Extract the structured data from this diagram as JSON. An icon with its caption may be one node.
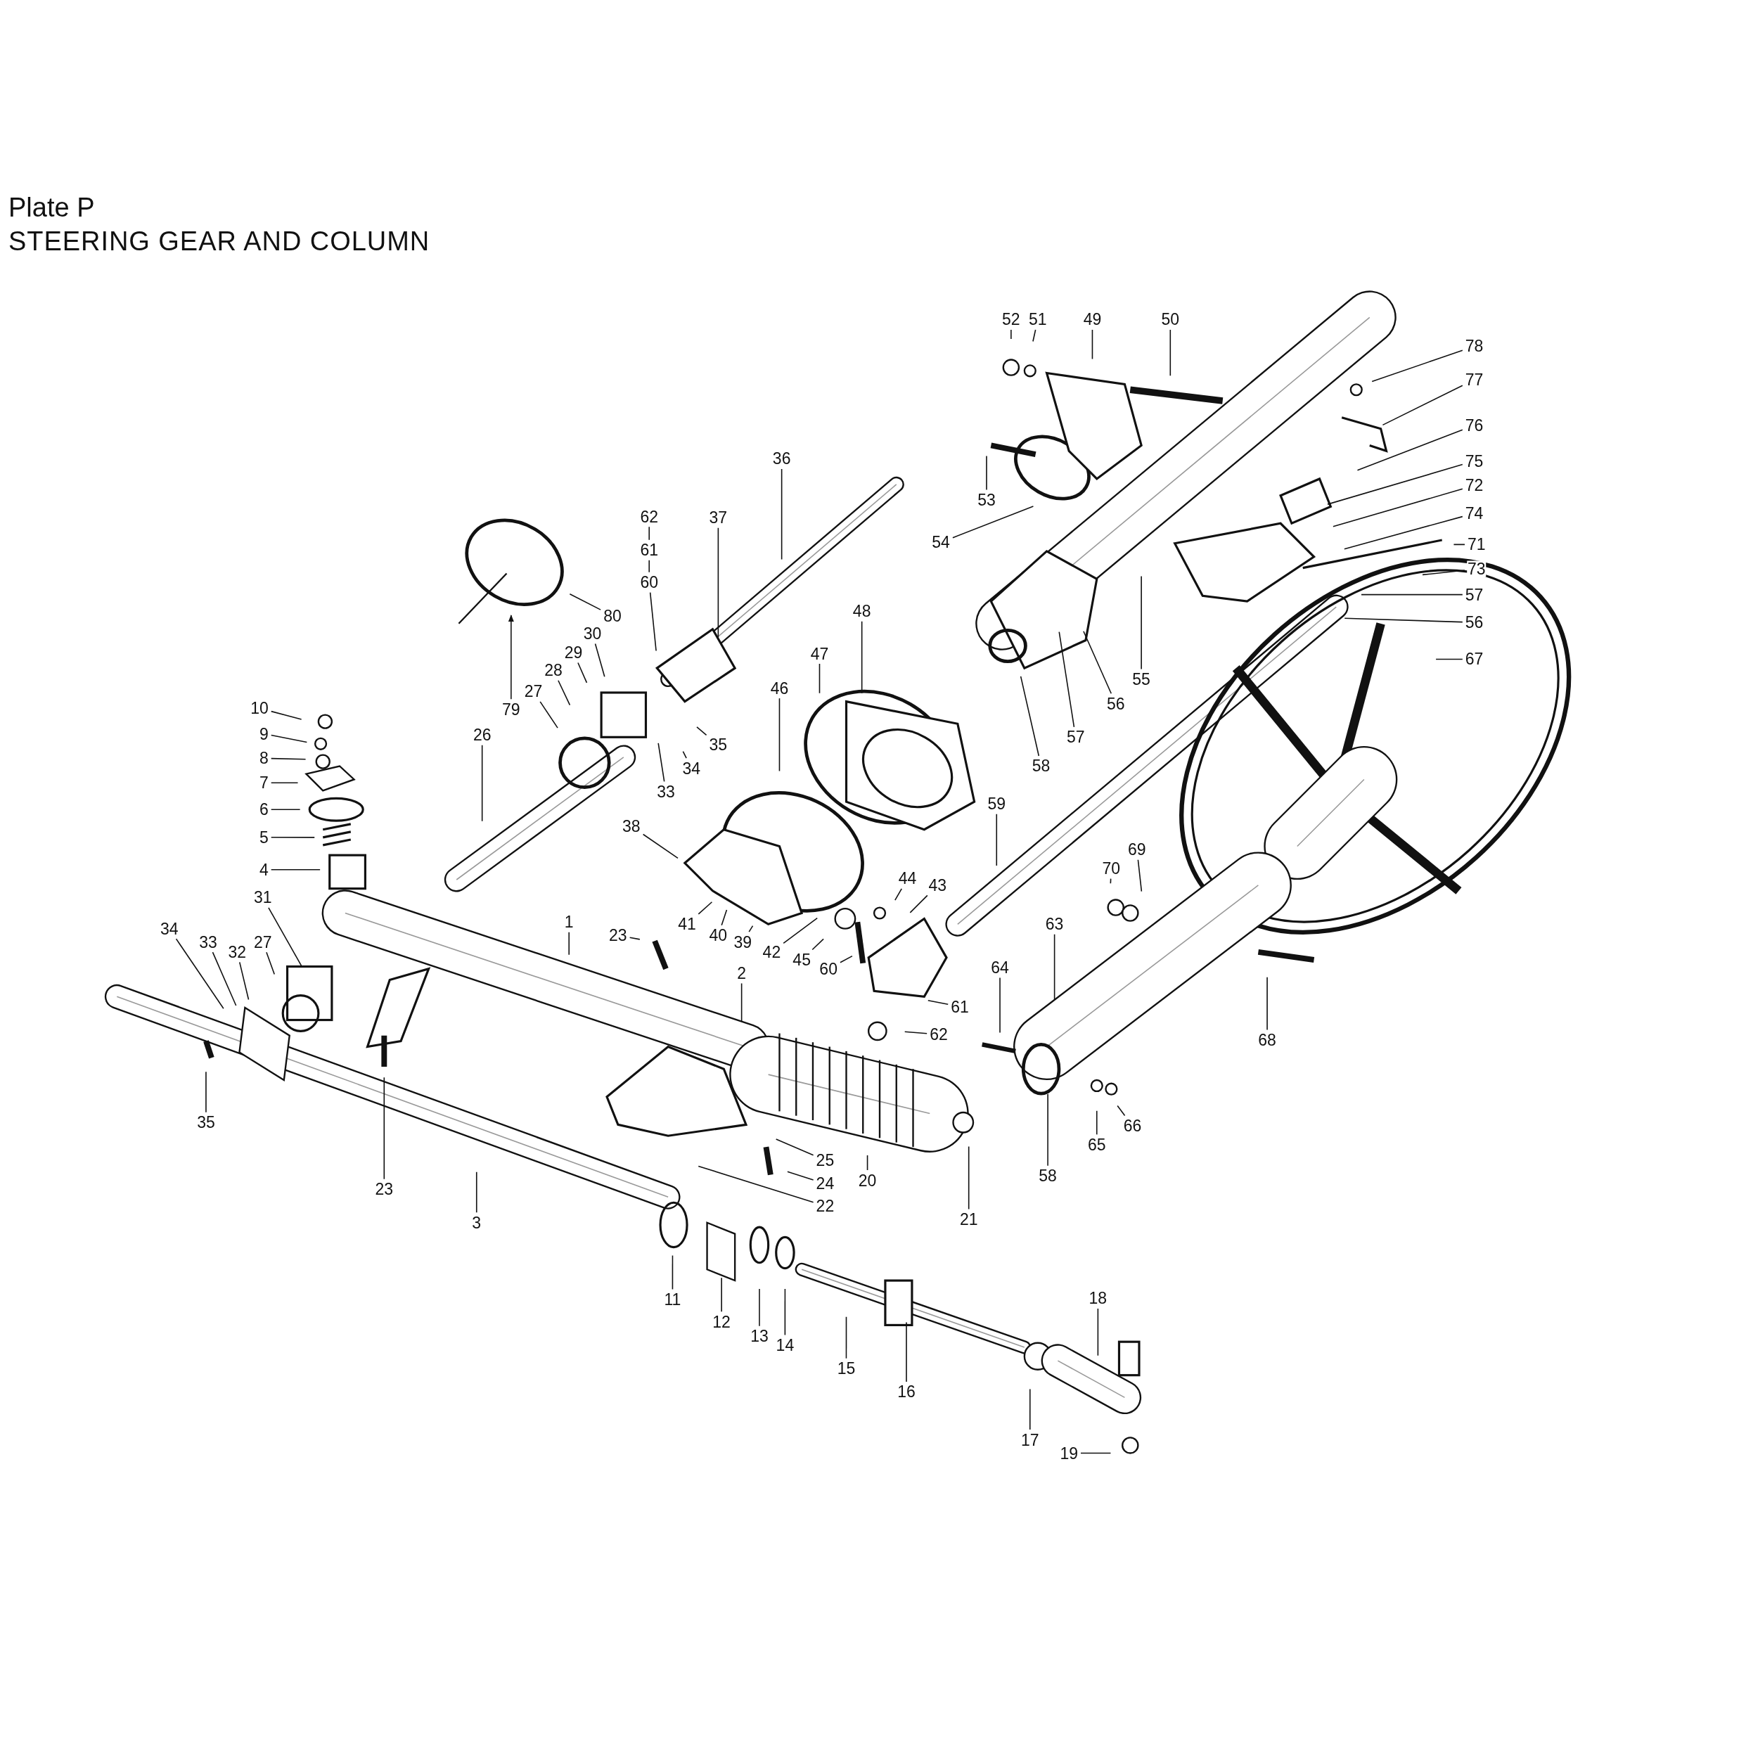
{
  "diagram": {
    "title": "STEERING GEAR AND COLUMN",
    "labels": [
      "Plate P"
    ],
    "nodes": [
      {
        "text": [
          "52"
        ]
      },
      {
        "text": [
          "51"
        ]
      },
      {
        "text": [
          "49"
        ]
      },
      {
        "text": [
          "50"
        ]
      },
      {
        "text": [
          "78"
        ]
      },
      {
        "text": [
          "77"
        ]
      },
      {
        "text": [
          "76"
        ]
      },
      {
        "text": [
          "75"
        ]
      },
      {
        "text": [
          "72"
        ]
      },
      {
        "text": [
          "74"
        ]
      },
      {
        "text": [
          "71"
        ]
      },
      {
        "text": [
          "73"
        ]
      },
      {
        "text": [
          "57"
        ]
      },
      {
        "text": [
          "56"
        ]
      },
      {
        "text": [
          "67"
        ]
      },
      {
        "text": [
          "36"
        ]
      },
      {
        "text": [
          "62"
        ]
      },
      {
        "text": [
          "61"
        ]
      },
      {
        "text": [
          "60"
        ]
      },
      {
        "text": [
          "37"
        ]
      },
      {
        "text": [
          "53"
        ]
      },
      {
        "text": [
          "54"
        ]
      },
      {
        "text": [
          "80"
        ]
      },
      {
        "text": [
          "79"
        ]
      },
      {
        "text": [
          "30"
        ]
      },
      {
        "text": [
          "29"
        ]
      },
      {
        "text": [
          "28"
        ]
      },
      {
        "text": [
          "27"
        ]
      },
      {
        "text": [
          "26"
        ]
      },
      {
        "text": [
          "10"
        ]
      },
      {
        "text": [
          "9"
        ]
      },
      {
        "text": [
          "8"
        ]
      },
      {
        "text": [
          "7"
        ]
      },
      {
        "text": [
          "6"
        ]
      },
      {
        "text": [
          "5"
        ]
      },
      {
        "text": [
          "4"
        ]
      },
      {
        "text": [
          "48"
        ]
      },
      {
        "text": [
          "47"
        ]
      },
      {
        "text": [
          "46"
        ]
      },
      {
        "text": [
          "35"
        ]
      },
      {
        "text": [
          "34"
        ]
      },
      {
        "text": [
          "33"
        ]
      },
      {
        "text": [
          "38"
        ]
      },
      {
        "text": [
          "41"
        ]
      },
      {
        "text": [
          "40"
        ]
      },
      {
        "text": [
          "39"
        ]
      },
      {
        "text": [
          "42"
        ]
      },
      {
        "text": [
          "45"
        ]
      },
      {
        "text": [
          "44"
        ]
      },
      {
        "text": [
          "43"
        ]
      },
      {
        "text": [
          "60"
        ]
      },
      {
        "text": [
          "61"
        ]
      },
      {
        "text": [
          "62"
        ]
      },
      {
        "text": [
          "59"
        ]
      },
      {
        "text": [
          "58"
        ]
      },
      {
        "text": [
          "57"
        ]
      },
      {
        "text": [
          "56"
        ]
      },
      {
        "text": [
          "55"
        ]
      },
      {
        "text": [
          "23"
        ]
      },
      {
        "text": [
          "1"
        ]
      },
      {
        "text": [
          "31"
        ]
      },
      {
        "text": [
          "34"
        ]
      },
      {
        "text": [
          "33"
        ]
      },
      {
        "text": [
          "32"
        ]
      },
      {
        "text": [
          "27"
        ]
      },
      {
        "text": [
          "35"
        ]
      },
      {
        "text": [
          "23"
        ]
      },
      {
        "text": [
          "3"
        ]
      },
      {
        "text": [
          "2"
        ]
      },
      {
        "text": [
          "20"
        ]
      },
      {
        "text": [
          "25"
        ]
      },
      {
        "text": [
          "24"
        ]
      },
      {
        "text": [
          "22"
        ]
      },
      {
        "text": [
          "21"
        ]
      },
      {
        "text": [
          "64"
        ]
      },
      {
        "text": [
          "63"
        ]
      },
      {
        "text": [
          "58"
        ]
      },
      {
        "text": [
          "65"
        ]
      },
      {
        "text": [
          "66"
        ]
      },
      {
        "text": [
          "70"
        ]
      },
      {
        "text": [
          "69"
        ]
      },
      {
        "text": [
          "68"
        ]
      },
      {
        "text": [
          "11"
        ]
      },
      {
        "text": [
          "12"
        ]
      },
      {
        "text": [
          "13"
        ]
      },
      {
        "text": [
          "14"
        ]
      },
      {
        "text": [
          "15"
        ]
      },
      {
        "text": [
          "16"
        ]
      },
      {
        "text": [
          "17"
        ]
      },
      {
        "text": [
          "18"
        ]
      },
      {
        "text": [
          "19"
        ]
      }
    ],
    "edges": [
      {
        "from": 0,
        "to": null,
        "arrow": "none"
      },
      {
        "from": 1,
        "to": null,
        "arrow": "none"
      },
      {
        "from": 2,
        "to": null,
        "arrow": "none"
      },
      {
        "from": 3,
        "to": null,
        "arrow": "none"
      },
      {
        "from": 4,
        "to": null,
        "arrow": "none"
      },
      {
        "from": 5,
        "to": null,
        "arrow": "none"
      },
      {
        "from": 6,
        "to": null,
        "arrow": "none"
      },
      {
        "from": 7,
        "to": null,
        "arrow": "none"
      },
      {
        "from": 8,
        "to": null,
        "arrow": "none"
      },
      {
        "from": 9,
        "to": null,
        "arrow": "none"
      },
      {
        "from": 10,
        "to": null,
        "arrow": "none"
      },
      {
        "from": 11,
        "to": null,
        "arrow": "none"
      },
      {
        "from": 12,
        "to": null,
        "arrow": "none"
      },
      {
        "from": 13,
        "to": null,
        "arrow": "none"
      },
      {
        "from": 14,
        "to": null,
        "arrow": "none"
      },
      {
        "from": 15,
        "to": null,
        "arrow": "none"
      },
      {
        "from": 16,
        "to": 17,
        "arrow": "none"
      },
      {
        "from": 17,
        "to": 18,
        "arrow": "none"
      },
      {
        "from": 18,
        "to": null,
        "arrow": "none"
      },
      {
        "from": 19,
        "to": null,
        "arrow": "none"
      },
      {
        "from": 20,
        "to": null,
        "arrow": "none"
      },
      {
        "from": 21,
        "to": null,
        "arrow": "none"
      },
      {
        "from": 22,
        "to": null,
        "arrow": "none"
      },
      {
        "from": 23,
        "to": null,
        "arrow": "to"
      },
      {
        "from": 24,
        "to": null,
        "arrow": "none"
      },
      {
        "from": 25,
        "to": null,
        "arrow": "none"
      },
      {
        "from": 26,
        "to": null,
        "arrow": "none"
      },
      {
        "from": 27,
        "to": null,
        "arrow": "none"
      },
      {
        "from": 28,
        "to": null,
        "arrow": "none"
      },
      {
        "from": 29,
        "to": null,
        "arrow": "none"
      },
      {
        "from": 30,
        "to": null,
        "arrow": "none"
      },
      {
        "from": 31,
        "to": null,
        "arrow": "none"
      },
      {
        "from": 32,
        "to": null,
        "arrow": "none"
      },
      {
        "from": 33,
        "to": null,
        "arrow": "none"
      },
      {
        "from": 34,
        "to": null,
        "arrow": "none"
      },
      {
        "from": 35,
        "to": null,
        "arrow": "none"
      },
      {
        "from": 36,
        "to": null,
        "arrow": "none"
      },
      {
        "from": 37,
        "to": null,
        "arrow": "none"
      },
      {
        "from": 38,
        "to": null,
        "arrow": "none"
      },
      {
        "from": 39,
        "to": null,
        "arrow": "none"
      },
      {
        "from": 40,
        "to": null,
        "arrow": "none"
      },
      {
        "from": 41,
        "to": null,
        "arrow": "none"
      },
      {
        "from": 42,
        "to": null,
        "arrow": "none"
      },
      {
        "from": 43,
        "to": null,
        "arrow": "none"
      },
      {
        "from": 44,
        "to": null,
        "arrow": "none"
      },
      {
        "from": 45,
        "to": null,
        "arrow": "none"
      },
      {
        "from": 46,
        "to": null,
        "arrow": "none"
      },
      {
        "from": 47,
        "to": null,
        "arrow": "none"
      },
      {
        "from": 48,
        "to": null,
        "arrow": "none"
      },
      {
        "from": 49,
        "to": null,
        "arrow": "none"
      },
      {
        "from": 50,
        "to": null,
        "arrow": "none"
      },
      {
        "from": 51,
        "to": null,
        "arrow": "none"
      },
      {
        "from": 52,
        "to": null,
        "arrow": "none"
      },
      {
        "from": 53,
        "to": null,
        "arrow": "none"
      },
      {
        "from": 54,
        "to": null,
        "arrow": "none"
      },
      {
        "from": 55,
        "to": null,
        "arrow": "none"
      },
      {
        "from": 56,
        "to": null,
        "arrow": "none"
      },
      {
        "from": 57,
        "to": null,
        "arrow": "none"
      },
      {
        "from": 58,
        "to": null,
        "arrow": "none"
      },
      {
        "from": 59,
        "to": null,
        "arrow": "none"
      },
      {
        "from": 60,
        "to": null,
        "arrow": "none"
      },
      {
        "from": 61,
        "to": null,
        "arrow": "none"
      },
      {
        "from": 62,
        "to": null,
        "arrow": "none"
      },
      {
        "from": 63,
        "to": null,
        "arrow": "none"
      },
      {
        "from": 64,
        "to": null,
        "arrow": "none"
      },
      {
        "from": 65,
        "to": null,
        "arrow": "none"
      },
      {
        "from": 66,
        "to": null,
        "arrow": "none"
      },
      {
        "from": 67,
        "to": null,
        "arrow": "none"
      },
      {
        "from": 68,
        "to": null,
        "arrow": "none"
      },
      {
        "from": 69,
        "to": null,
        "arrow": "none"
      },
      {
        "from": 70,
        "to": null,
        "arrow": "none"
      },
      {
        "from": 71,
        "to": null,
        "arrow": "none"
      },
      {
        "from": 72,
        "to": null,
        "arrow": "none"
      },
      {
        "from": 73,
        "to": null,
        "arrow": "none"
      },
      {
        "from": 74,
        "to": null,
        "arrow": "none"
      },
      {
        "from": 75,
        "to": null,
        "arrow": "none"
      },
      {
        "from": 76,
        "to": null,
        "arrow": "none"
      },
      {
        "from": 77,
        "to": null,
        "arrow": "none"
      },
      {
        "from": 78,
        "to": null,
        "arrow": "none"
      },
      {
        "from": 79,
        "to": null,
        "arrow": "none"
      },
      {
        "from": 80,
        "to": null,
        "arrow": "none"
      },
      {
        "from": 81,
        "to": null,
        "arrow": "none"
      },
      {
        "from": 82,
        "to": null,
        "arrow": "none"
      },
      {
        "from": 83,
        "to": null,
        "arrow": "none"
      },
      {
        "from": 84,
        "to": null,
        "arrow": "none"
      },
      {
        "from": 85,
        "to": null,
        "arrow": "none"
      },
      {
        "from": 86,
        "to": null,
        "arrow": "none"
      },
      {
        "from": 87,
        "to": null,
        "arrow": "none"
      },
      {
        "from": 88,
        "to": null,
        "arrow": "none"
      },
      {
        "from": 89,
        "to": null,
        "arrow": "none"
      },
      {
        "from": 90,
        "to": null,
        "arrow": "none"
      }
    ]
  }
}
